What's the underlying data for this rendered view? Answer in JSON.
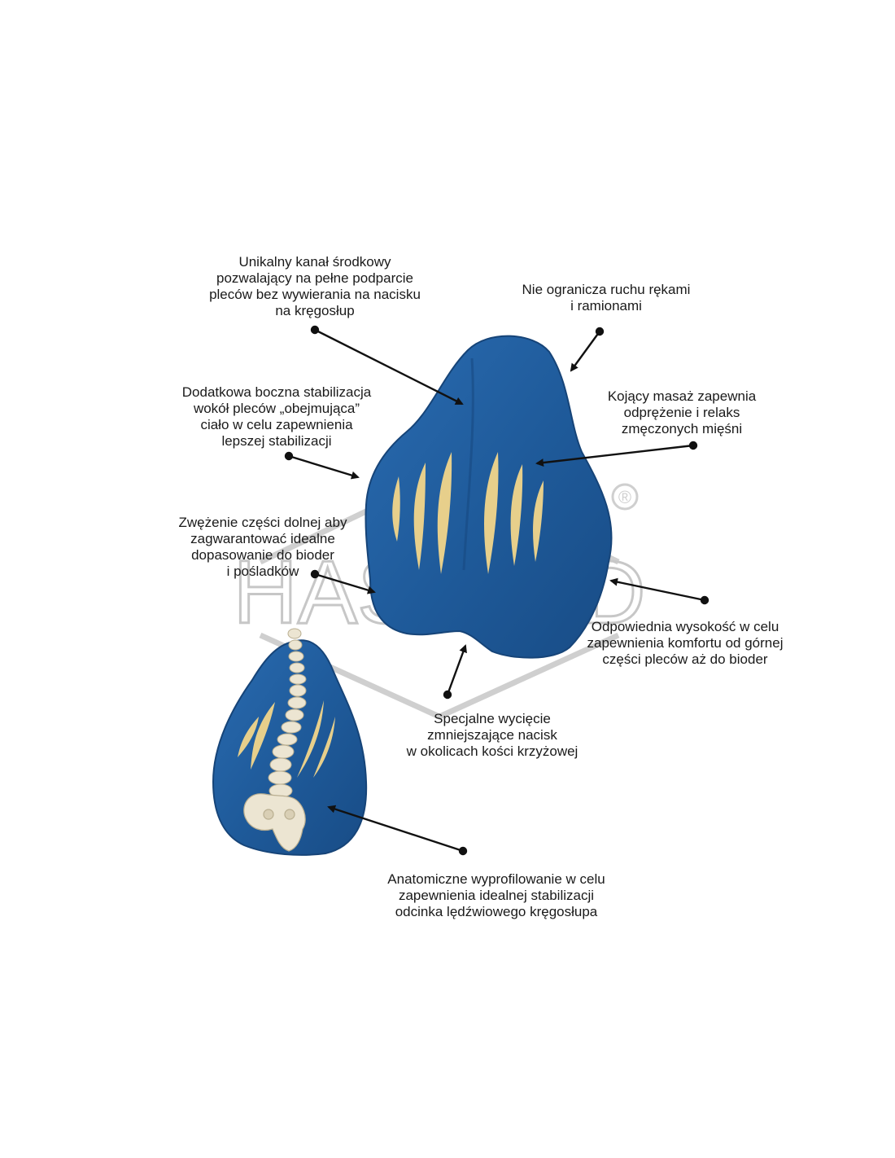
{
  "colors": {
    "cushion": "#1f5b9b",
    "cushion_dark": "#174a82",
    "massage_lines": "#e7cf8b",
    "watermark": "#9a9a9a",
    "bone": "#ece5d2",
    "text": "#1a1a1a"
  },
  "watermark": {
    "text": "HAS-MED",
    "registered": "®"
  },
  "annotations": [
    {
      "id": "central-channel",
      "lines": [
        "Unikalny kanał środkowy",
        "pozwalający na pełne podparcie",
        "pleców bez wywierania na nacisku",
        "na kręgosłup"
      ]
    },
    {
      "id": "arm-movement",
      "lines": [
        "Nie ogranicza ruchu rękami",
        "i ramionami"
      ]
    },
    {
      "id": "side-stabilization",
      "lines": [
        "Dodatkowa boczna stabilizacja",
        "wokół pleców „obejmująca”",
        "ciało w celu zapewnienia",
        "lepszej stabilizacji"
      ]
    },
    {
      "id": "massage",
      "lines": [
        "Kojący masaż zapewnia",
        "odprężenie i relaks",
        "zmęczonych mięśni"
      ]
    },
    {
      "id": "narrowing",
      "lines": [
        "Zwężenie części dolnej aby",
        "zagwarantować idealne",
        "dopasowanie do bioder",
        "i pośladków"
      ]
    },
    {
      "id": "height",
      "lines": [
        "Odpowiednia wysokość w celu",
        "zapewnienia komfortu od górnej",
        "części pleców aż do bioder"
      ]
    },
    {
      "id": "cutout",
      "lines": [
        "Specjalne wycięcie",
        "zmniejszające nacisk",
        "w okolicach kości krzyżowej"
      ]
    },
    {
      "id": "anatomical",
      "lines": [
        "Anatomiczne wyprofilowanie w celu",
        "zapewnienia idealnej stabilizacji",
        "odcinka lędźwiowego kręgosłupa"
      ]
    }
  ]
}
